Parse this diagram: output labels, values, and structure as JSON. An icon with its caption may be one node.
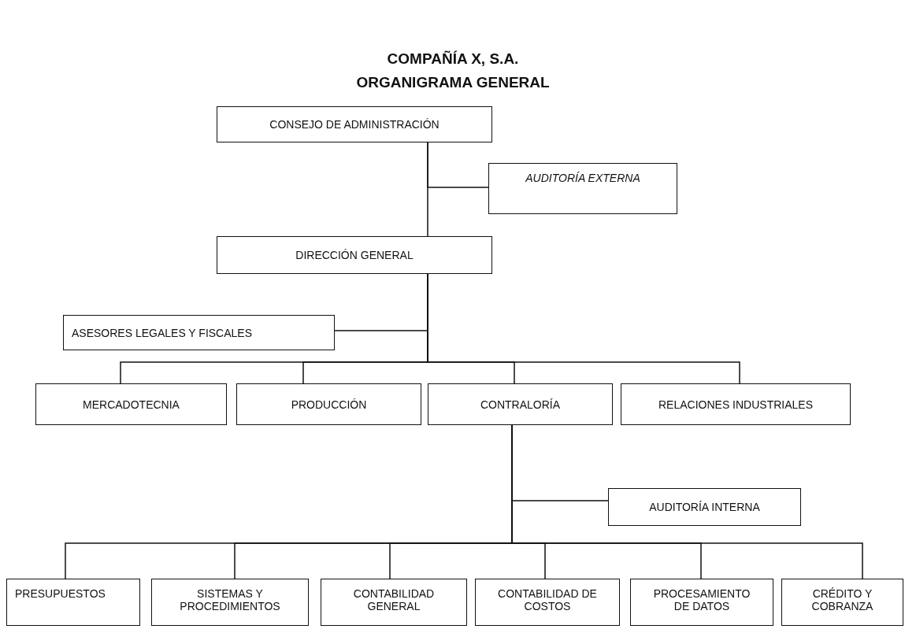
{
  "diagram": {
    "title": "COMPAÑÍA X, S.A. ORGANIGRAMA GENERAL",
    "nodes": [
      {
        "text": [
          "CONSEJO DE ADMINISTRACIÓN"
        ]
      },
      {
        "text": [
          "AUDITORÍA EXTERNA"
        ]
      },
      {
        "text": [
          "DIRECCIÓN GENERAL"
        ]
      },
      {
        "text": [
          "ASESORES LEGALES Y FISCALES"
        ]
      },
      {
        "text": [
          "MERCADOTECNIA"
        ]
      },
      {
        "text": [
          "PRODUCCIÓN"
        ]
      },
      {
        "text": [
          "CONTRALORÍA"
        ]
      },
      {
        "text": [
          "RELACIONES INDUSTRIALES"
        ]
      },
      {
        "text": [
          "AUDITORÍA INTERNA"
        ]
      },
      {
        "text": [
          "PRESUPUESTOS"
        ]
      },
      {
        "text": [
          "SISTEMAS Y PROCEDIMIENTOS"
        ]
      },
      {
        "text": [
          "CONTABILIDAD GENERAL"
        ]
      },
      {
        "text": [
          "CONTABILIDAD DE COSTOS"
        ]
      },
      {
        "text": [
          "PROCESAMIENTO DE DATOS"
        ]
      },
      {
        "text": [
          "CRÉDITO Y COBRANZA"
        ]
      }
    ],
    "edges": [
      {
        "from": 0,
        "to": 1,
        "arrow": "none"
      },
      {
        "from": 0,
        "to": 2,
        "arrow": "none"
      },
      {
        "from": 2,
        "to": 3,
        "arrow": "none"
      },
      {
        "from": 2,
        "to": 4,
        "arrow": "none"
      },
      {
        "from": 2,
        "to": 5,
        "arrow": "none"
      },
      {
        "from": 2,
        "to": 6,
        "arrow": "none"
      },
      {
        "from": 2,
        "to": 7,
        "arrow": "none"
      },
      {
        "from": 6,
        "to": 8,
        "arrow": "none"
      },
      {
        "from": 6,
        "to": 9,
        "arrow": "none"
      },
      {
        "from": 6,
        "to": 10,
        "arrow": "none"
      },
      {
        "from": 6,
        "to": 11,
        "arrow": "none"
      },
      {
        "from": 6,
        "to": 12,
        "arrow": "none"
      },
      {
        "from": 6,
        "to": 13,
        "arrow": "none"
      },
      {
        "from": 6,
        "to": 14,
        "arrow": "none"
      }
    ]
  }
}
